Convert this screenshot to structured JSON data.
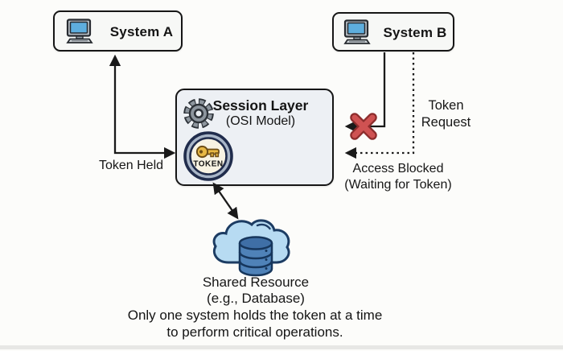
{
  "nodes": {
    "system_a": {
      "label": "System A"
    },
    "system_b": {
      "label": "System B"
    },
    "session_layer": {
      "title": "Session Layer",
      "subtitle": "(OSI Model)",
      "token": "TOKEN"
    },
    "shared_resource": {
      "line1": "Shared Resource",
      "line2": "(e.g., Database)"
    }
  },
  "edges": {
    "token_held": "Token Held",
    "token_request": {
      "line1": "Token",
      "line2": "Request"
    },
    "access_blocked": {
      "line1": "Access Blocked",
      "line2": "(Waiting for Token)"
    }
  },
  "caption": {
    "line1": "Only one system holds the token at a time",
    "line2": "to perform critical operations."
  },
  "colors": {
    "line": "#1a1a1a",
    "blocked_x_fill": "#cf5252",
    "blocked_x_outline": "#8c2c2c",
    "system_box_fill": "#f7f8f6",
    "session_box_fill": "#edf0f4",
    "box_border": "#161616",
    "gear_fill": "#8d959d",
    "token_ring_fill": "#a9b6c8",
    "token_inner_fill": "#f8f3e3",
    "token_border": "#202c4c",
    "key_fill": "#e8b844",
    "cloud_fill": "#b7dbf2",
    "cloud_outline": "#1c3c63",
    "database_fill": "#4f82b8",
    "screen_fill": "#5eaede"
  }
}
